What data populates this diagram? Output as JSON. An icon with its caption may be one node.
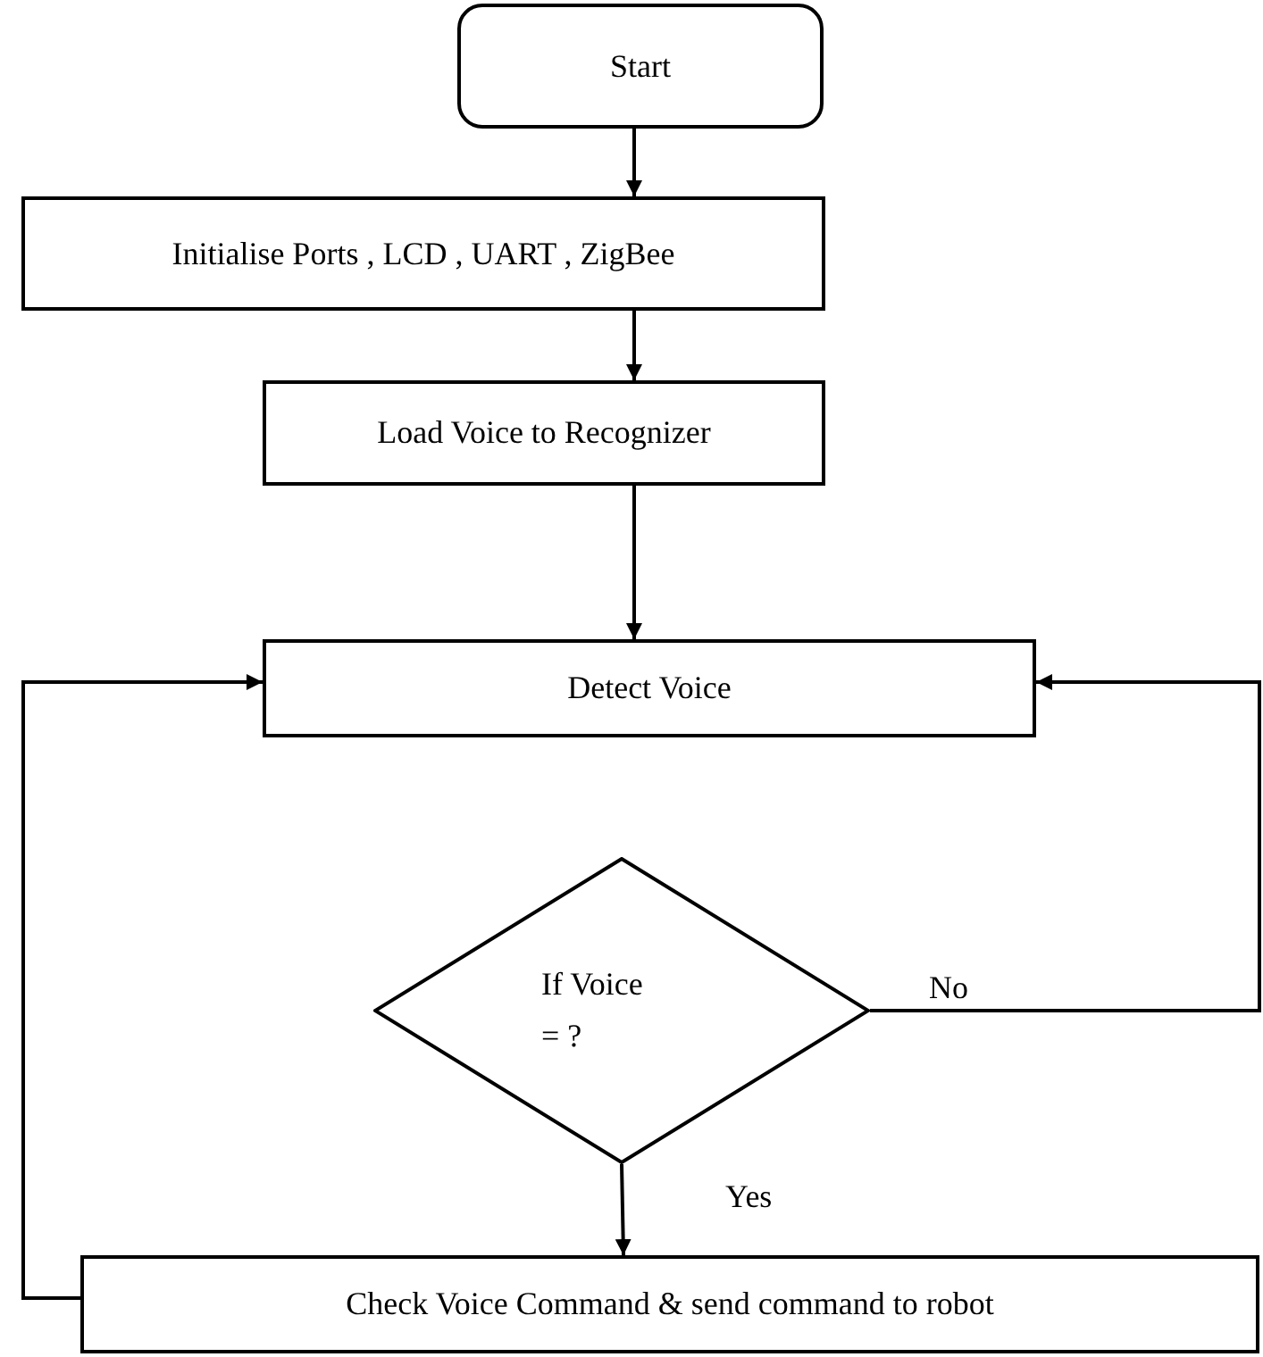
{
  "diagram": {
    "nodes": [
      {
        "text": [
          "Start"
        ]
      },
      {
        "text": [
          "Initialise Ports , LCD , UART , ZigBee"
        ]
      },
      {
        "text": [
          "Load Voice to Recognizer"
        ]
      },
      {
        "text": [
          "Detect Voice"
        ]
      },
      {
        "text": [
          "If Voice = ?"
        ]
      },
      {
        "text": [
          "Check Voice Command & send command to robot"
        ]
      }
    ],
    "edges": [
      {
        "from": 0,
        "to": 1,
        "arrow": "to"
      },
      {
        "from": 1,
        "to": 2,
        "arrow": "to"
      },
      {
        "from": 2,
        "to": 3,
        "arrow": "to"
      },
      {
        "from": 4,
        "to": 3,
        "arrow": "to",
        "label": "No"
      },
      {
        "from": 4,
        "to": 5,
        "arrow": "to",
        "label": "Yes"
      },
      {
        "from": 5,
        "to": 3,
        "arrow": "to"
      }
    ]
  }
}
